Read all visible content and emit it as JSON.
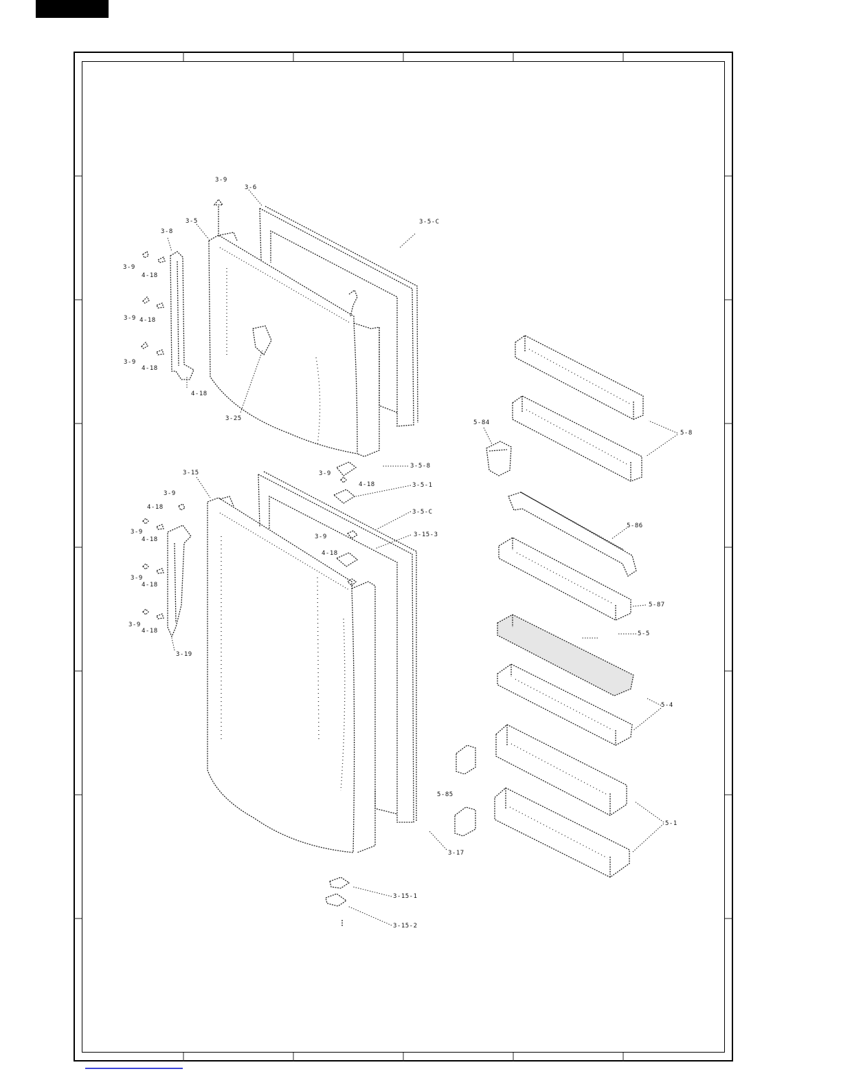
{
  "labels": {
    "l_3_9_top": "3-9",
    "l_3_6": "3-6",
    "l_3_5_c_top": "3-5-C",
    "l_3_5": "3-5",
    "l_3_8": "3-8",
    "l_3_9_a": "3-9",
    "l_4_18_a": "4-18",
    "l_3_9_b": "3-9",
    "l_4_18_b": "4-18",
    "l_3_9_c": "3-9",
    "l_4_18_c": "4-18",
    "l_4_18_d": "4-18",
    "l_3_25": "3-25",
    "l_5_84": "5-84",
    "l_5_8": "5-8",
    "l_3_5_8": "3-5-8",
    "l_3_9_mid": "3-9",
    "l_4_18_mid": "4-18",
    "l_3_5_1": "3-5-1",
    "l_3_15": "3-15",
    "l_3_9_lw": "3-9",
    "l_4_18_lw1": "4-18",
    "l_3_9_lw2": "3-9",
    "l_4_18_lw2": "4-18",
    "l_3_5_c_mid": "3-5-C",
    "l_3_15_3": "3-15-3",
    "l_3_9_hinge": "3-9",
    "l_4_18_hinge": "4-18",
    "l_3_9_lw3": "3-9",
    "l_4_18_lw3": "4-18",
    "l_3_9_lw4": "3-9",
    "l_4_18_lw4": "4-18",
    "l_3_19": "3-19",
    "l_5_86": "5-86",
    "l_5_87": "5-87",
    "l_5_5": "5-5",
    "l_5_4": "5-4",
    "l_5_85": "5-85",
    "l_3_17": "3-17",
    "l_5_1": "5-1",
    "l_3_15_1": "3-15-1",
    "l_3_15_2": "3-15-2"
  }
}
